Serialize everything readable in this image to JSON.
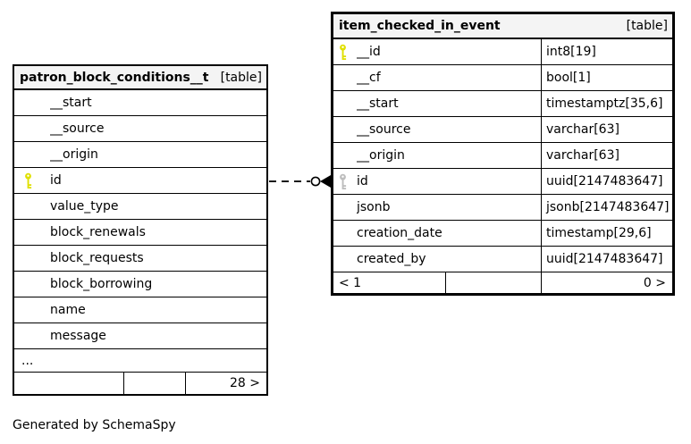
{
  "caption": "Generated by SchemaSpy",
  "colors": {
    "key_primary": "#e0e000",
    "key_foreign": "#bdbdbd",
    "header_bg": "#f4f4f4",
    "border": "#000000",
    "connector": "#1a1a1a"
  },
  "connector": {
    "style": "dashed",
    "end_symbols": "circle-and-filled-arrow"
  },
  "tables": [
    {
      "title": "patron_block_conditions__t",
      "badge": "[table]",
      "columns": [
        {
          "name": "__start",
          "type": "",
          "key": "none"
        },
        {
          "name": "__source",
          "type": "",
          "key": "none"
        },
        {
          "name": "__origin",
          "type": "",
          "key": "none"
        },
        {
          "name": "id",
          "type": "",
          "key": "primary"
        },
        {
          "name": "value_type",
          "type": "",
          "key": "none"
        },
        {
          "name": "block_renewals",
          "type": "",
          "key": "none"
        },
        {
          "name": "block_requests",
          "type": "",
          "key": "none"
        },
        {
          "name": "block_borrowing",
          "type": "",
          "key": "none"
        },
        {
          "name": "name",
          "type": "",
          "key": "none"
        },
        {
          "name": "message",
          "type": "",
          "key": "none"
        }
      ],
      "ellipsis": "...",
      "footer": {
        "left": "",
        "mid": "",
        "right": "28 >"
      }
    },
    {
      "title": "item_checked_in_event",
      "badge": "[table]",
      "columns": [
        {
          "name": "__id",
          "type": "int8[19]",
          "key": "primary"
        },
        {
          "name": "__cf",
          "type": "bool[1]",
          "key": "none"
        },
        {
          "name": "__start",
          "type": "timestamptz[35,6]",
          "key": "none"
        },
        {
          "name": "__source",
          "type": "varchar[63]",
          "key": "none"
        },
        {
          "name": "__origin",
          "type": "varchar[63]",
          "key": "none"
        },
        {
          "name": "id",
          "type": "uuid[2147483647]",
          "key": "foreign"
        },
        {
          "name": "jsonb",
          "type": "jsonb[2147483647]",
          "key": "none"
        },
        {
          "name": "creation_date",
          "type": "timestamp[29,6]",
          "key": "none"
        },
        {
          "name": "created_by",
          "type": "uuid[2147483647]",
          "key": "none"
        }
      ],
      "footer": {
        "left": "< 1",
        "mid": "",
        "right": "0 >"
      }
    }
  ]
}
